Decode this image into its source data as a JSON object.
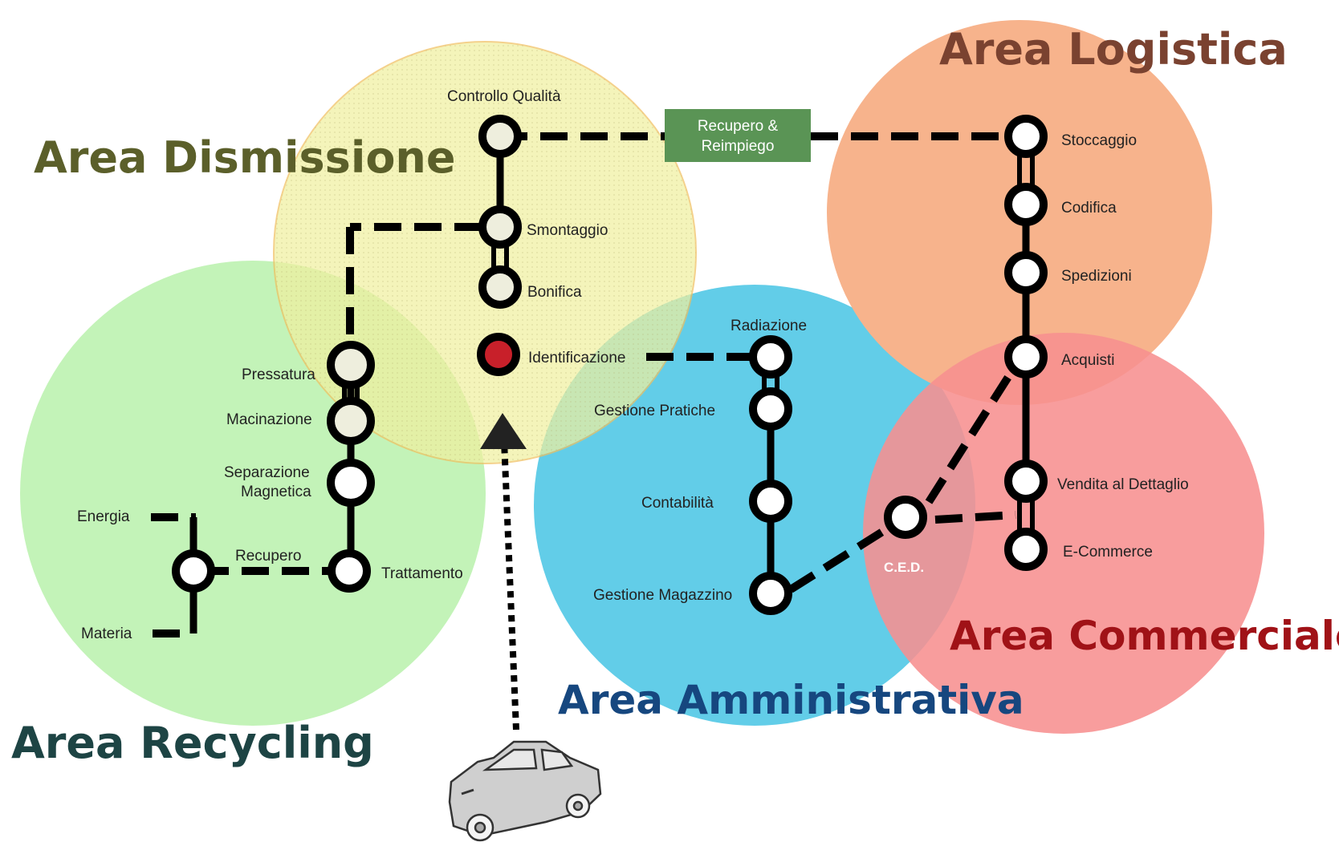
{
  "areas": {
    "dismissione": {
      "title": "Area Dismissione",
      "fill": "#eeeea0",
      "stroke": "#e8c860",
      "text_color": "#5b5f2a"
    },
    "logistica": {
      "title": "Area Logistica",
      "fill": "#f7b38c",
      "text_color": "#7a4230"
    },
    "recycling": {
      "title": "Area Recycling",
      "fill": "#c3f3b8",
      "text_color": "#1d4444"
    },
    "amministrativa": {
      "title": "Area Amministrativa",
      "fill": "#62cde8",
      "text_color": "#16477f"
    },
    "commerciale": {
      "title": "Area Commerciale",
      "fill": "#f78f90",
      "text_color": "#a01217"
    }
  },
  "stops": {
    "controllo_qualita": "Controllo Qualità",
    "smontaggio": "Smontaggio",
    "bonifica": "Bonifica",
    "identificazione": "Identificazione",
    "pressatura": "Pressatura",
    "macinazione": "Macinazione",
    "separazione_1": "Separazione",
    "separazione_2": "Magnetica",
    "trattamento": "Trattamento",
    "recupero": "Recupero",
    "energia": "Energia",
    "materia": "Materia",
    "stoccaggio": "Stoccaggio",
    "codifica": "Codifica",
    "spedizioni": "Spedizioni",
    "acquisti": "Acquisti",
    "vendita": "Vendita al Dettaglio",
    "ecommerce": "E-Commerce",
    "radiazione": "Radiazione",
    "gestione_pratiche": "Gestione Pratiche",
    "contabilita": "Contabilità",
    "gestione_magazzino": "Gestione Magazzino",
    "ced": "C.E.D."
  },
  "recupero_box": {
    "line1": "Recupero &",
    "line2": "Reimpiego",
    "fill": "#5a9455"
  },
  "colors": {
    "line": "#000000",
    "identificazione_dot": "#c8202a"
  },
  "icons": {
    "car": "car-icon",
    "arrow": "arrow-up-icon"
  }
}
